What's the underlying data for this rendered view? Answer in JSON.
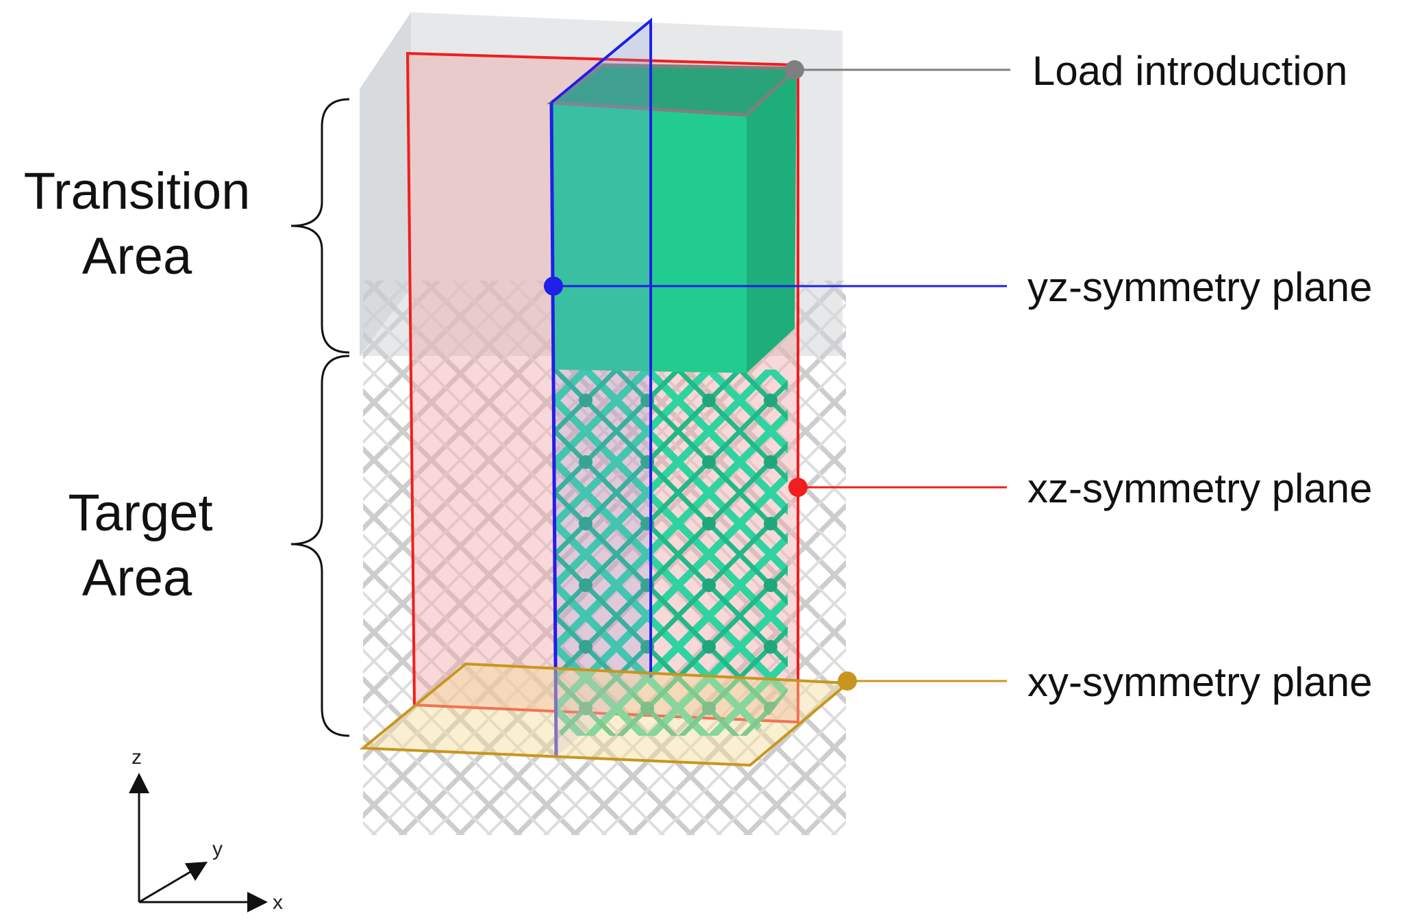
{
  "regions": {
    "transition": [
      "Transition",
      "Area"
    ],
    "target": [
      "Target",
      "Area"
    ]
  },
  "callouts": {
    "load": "Load introduction",
    "yz": "yz-symmetry plane",
    "xz": "xz-symmetry plane",
    "xy": "xy-symmetry plane"
  },
  "axes": {
    "z": "z",
    "y": "y",
    "x": "x"
  },
  "colors": {
    "load": "#7f7f7f",
    "yz": "#1f1fe8",
    "xz": "#f01e1e",
    "xy": "#c8961e",
    "block": "#22cc8e",
    "lattice": "#2fd3a0"
  }
}
